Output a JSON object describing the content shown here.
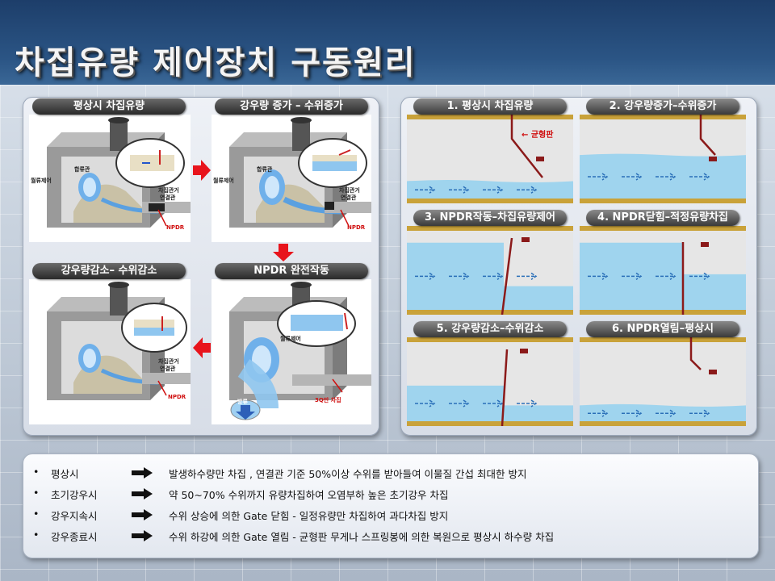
{
  "title": "차집유량 제어장치 구동원리",
  "left_panel": {
    "steps": [
      {
        "label": "평상시 차집유량"
      },
      {
        "label": "강우량 증가 – 수위증가"
      },
      {
        "label": "강우량감소– 수위감소"
      },
      {
        "label": "NPDR 완전작동"
      }
    ],
    "callouts": {
      "inflow_pipe": "합류관",
      "weir": "월류제어",
      "connection_line1": "차집관거",
      "connection_line2": "연결관",
      "npdr": "NPDR",
      "discharge": "방류",
      "full_intercept": "3Q만 차집"
    }
  },
  "right_panel": {
    "frames": [
      {
        "label": "1. 평상시 차집유량",
        "level": 0.22,
        "note": "균형판"
      },
      {
        "label": "2. 강우량증가–수위증가",
        "level": 0.55,
        "note": ""
      },
      {
        "label": "3. NPDR작동–차집유량제어",
        "level": 0.85,
        "note": ""
      },
      {
        "label": "4. NPDR닫힘–적정유량차집",
        "level": 0.85,
        "note": ""
      },
      {
        "label": "5. 강우량감소–수위감소",
        "level": 0.45,
        "note": ""
      },
      {
        "label": "6. NPDR열림–평상시",
        "level": 0.2,
        "note": ""
      }
    ]
  },
  "bullets": [
    {
      "term": "평상시",
      "desc": "발생하수량만 차집 , 연결관 기준 50%이상 수위를 받아들여 이물질 간섭 최대한 방지"
    },
    {
      "term": "초기강우시",
      "desc": "약 50~70% 수위까지 유량차집하여 오염부하 높은 초기강우 차집"
    },
    {
      "term": "강우지속시",
      "desc": "수위 상승에 의한 Gate 닫힘 - 일정유량만 차집하여 과다차집 방지"
    },
    {
      "term": "강우종료시",
      "desc": "수위 하강에 의한 Gate 열림 - 균형판 무게나 스프링봉에 의한 복원으로 평상시 하수량 차집"
    }
  ],
  "colors": {
    "water": "#9fd4ee",
    "gate": "#8b1a1a",
    "arrow_red": "#e8141c",
    "pipe_wall": "#c9a23a"
  },
  "icons": {
    "bullet": "bullet-dot",
    "arrow": "right-arrow-icon"
  }
}
